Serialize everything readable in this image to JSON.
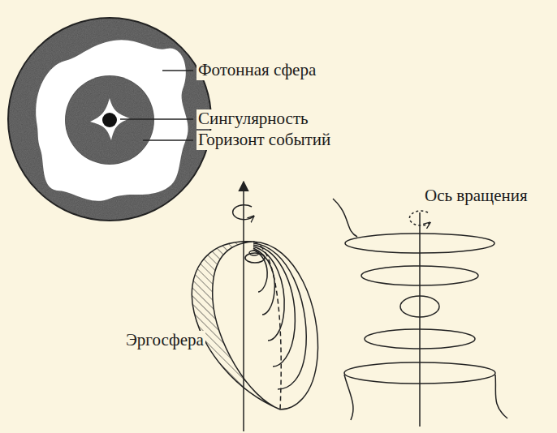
{
  "diagram": {
    "labels": [
      "Фотонная сфера",
      "Сингулярность",
      "Горизонт событий",
      "Эргосфера",
      "Ось вращения"
    ]
  }
}
